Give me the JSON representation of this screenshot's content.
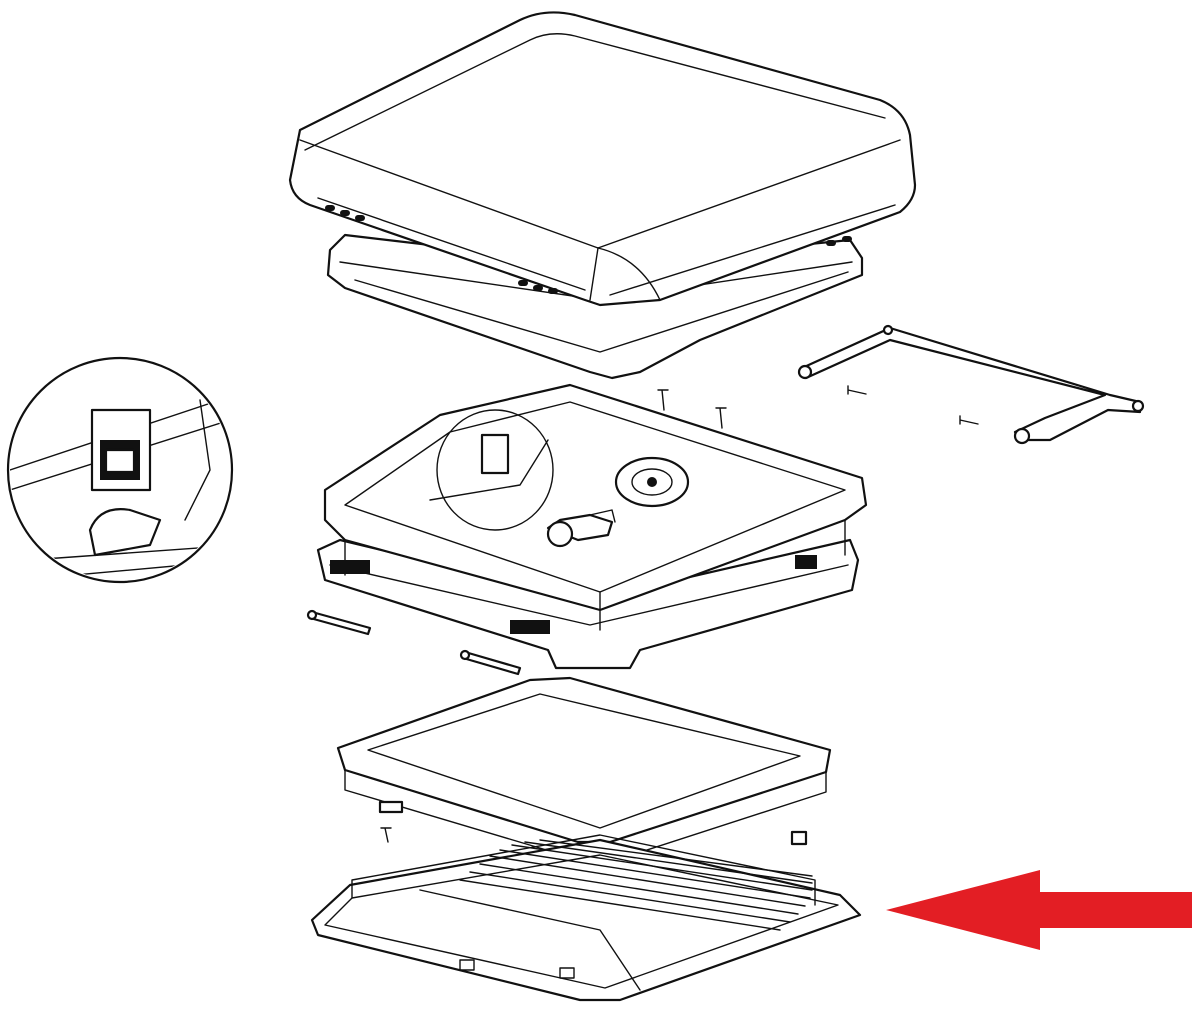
{
  "diagram": {
    "colors": {
      "line": "#111111",
      "background": "#ffffff",
      "arrow": "#e31e24"
    },
    "parts": [
      {
        "id": "outer-dome-lid"
      },
      {
        "id": "lid-hinge-frame"
      },
      {
        "id": "support-arm"
      },
      {
        "id": "screws"
      },
      {
        "id": "main-housing-frame"
      },
      {
        "id": "crank-mechanism"
      },
      {
        "id": "detail-zoom-circle"
      },
      {
        "id": "mounting-bolts"
      },
      {
        "id": "inner-mounting-frame"
      },
      {
        "id": "interior-trim-frame-with-screen"
      }
    ],
    "highlight": {
      "target": "interior-trim-frame-with-screen",
      "direction": "left"
    }
  }
}
